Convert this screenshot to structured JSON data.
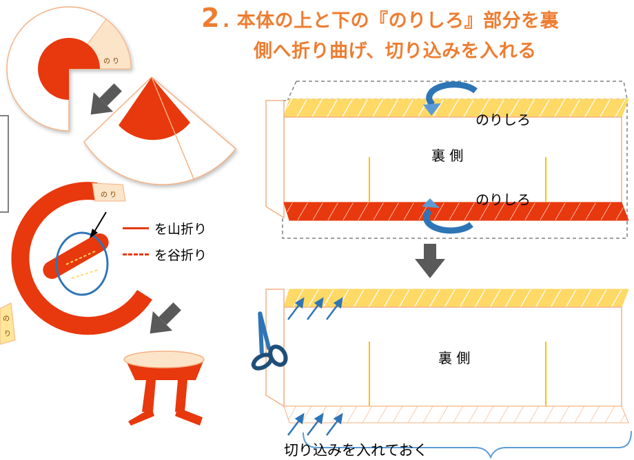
{
  "title": {
    "step_number": "2",
    "step_suffix": ".",
    "line1": "本体の上と下の『のりしろ』部分を裏",
    "line2": "側へ折り曲げ、切り込みを入れる"
  },
  "small_labels": {
    "glue_top_disc": "の り",
    "glue_ring": "の り",
    "glue_left_edge_1": "の",
    "glue_left_edge_2": "り"
  },
  "legend": {
    "mountain_fold": "を山折り",
    "valley_fold": "を谷折り"
  },
  "panel_top": {
    "glue_label_upper": "のりしろ",
    "back_label": "裏 側",
    "glue_label_lower": "のりしろ"
  },
  "panel_bottom": {
    "back_label": "裏 側"
  },
  "caption": "切り込みを入れておく",
  "colors": {
    "accent": "#ed7d31",
    "red": "#e8380d",
    "strip_yellow": "#ffd966",
    "outline": "#f4b183",
    "arrow_gray": "#595959",
    "blue": "#2e75b6",
    "light_blue": "#5b9bd5"
  },
  "icons": [
    "down-arrow-icon",
    "curved-arrow-icon",
    "scissors-icon",
    "brace-icon"
  ]
}
